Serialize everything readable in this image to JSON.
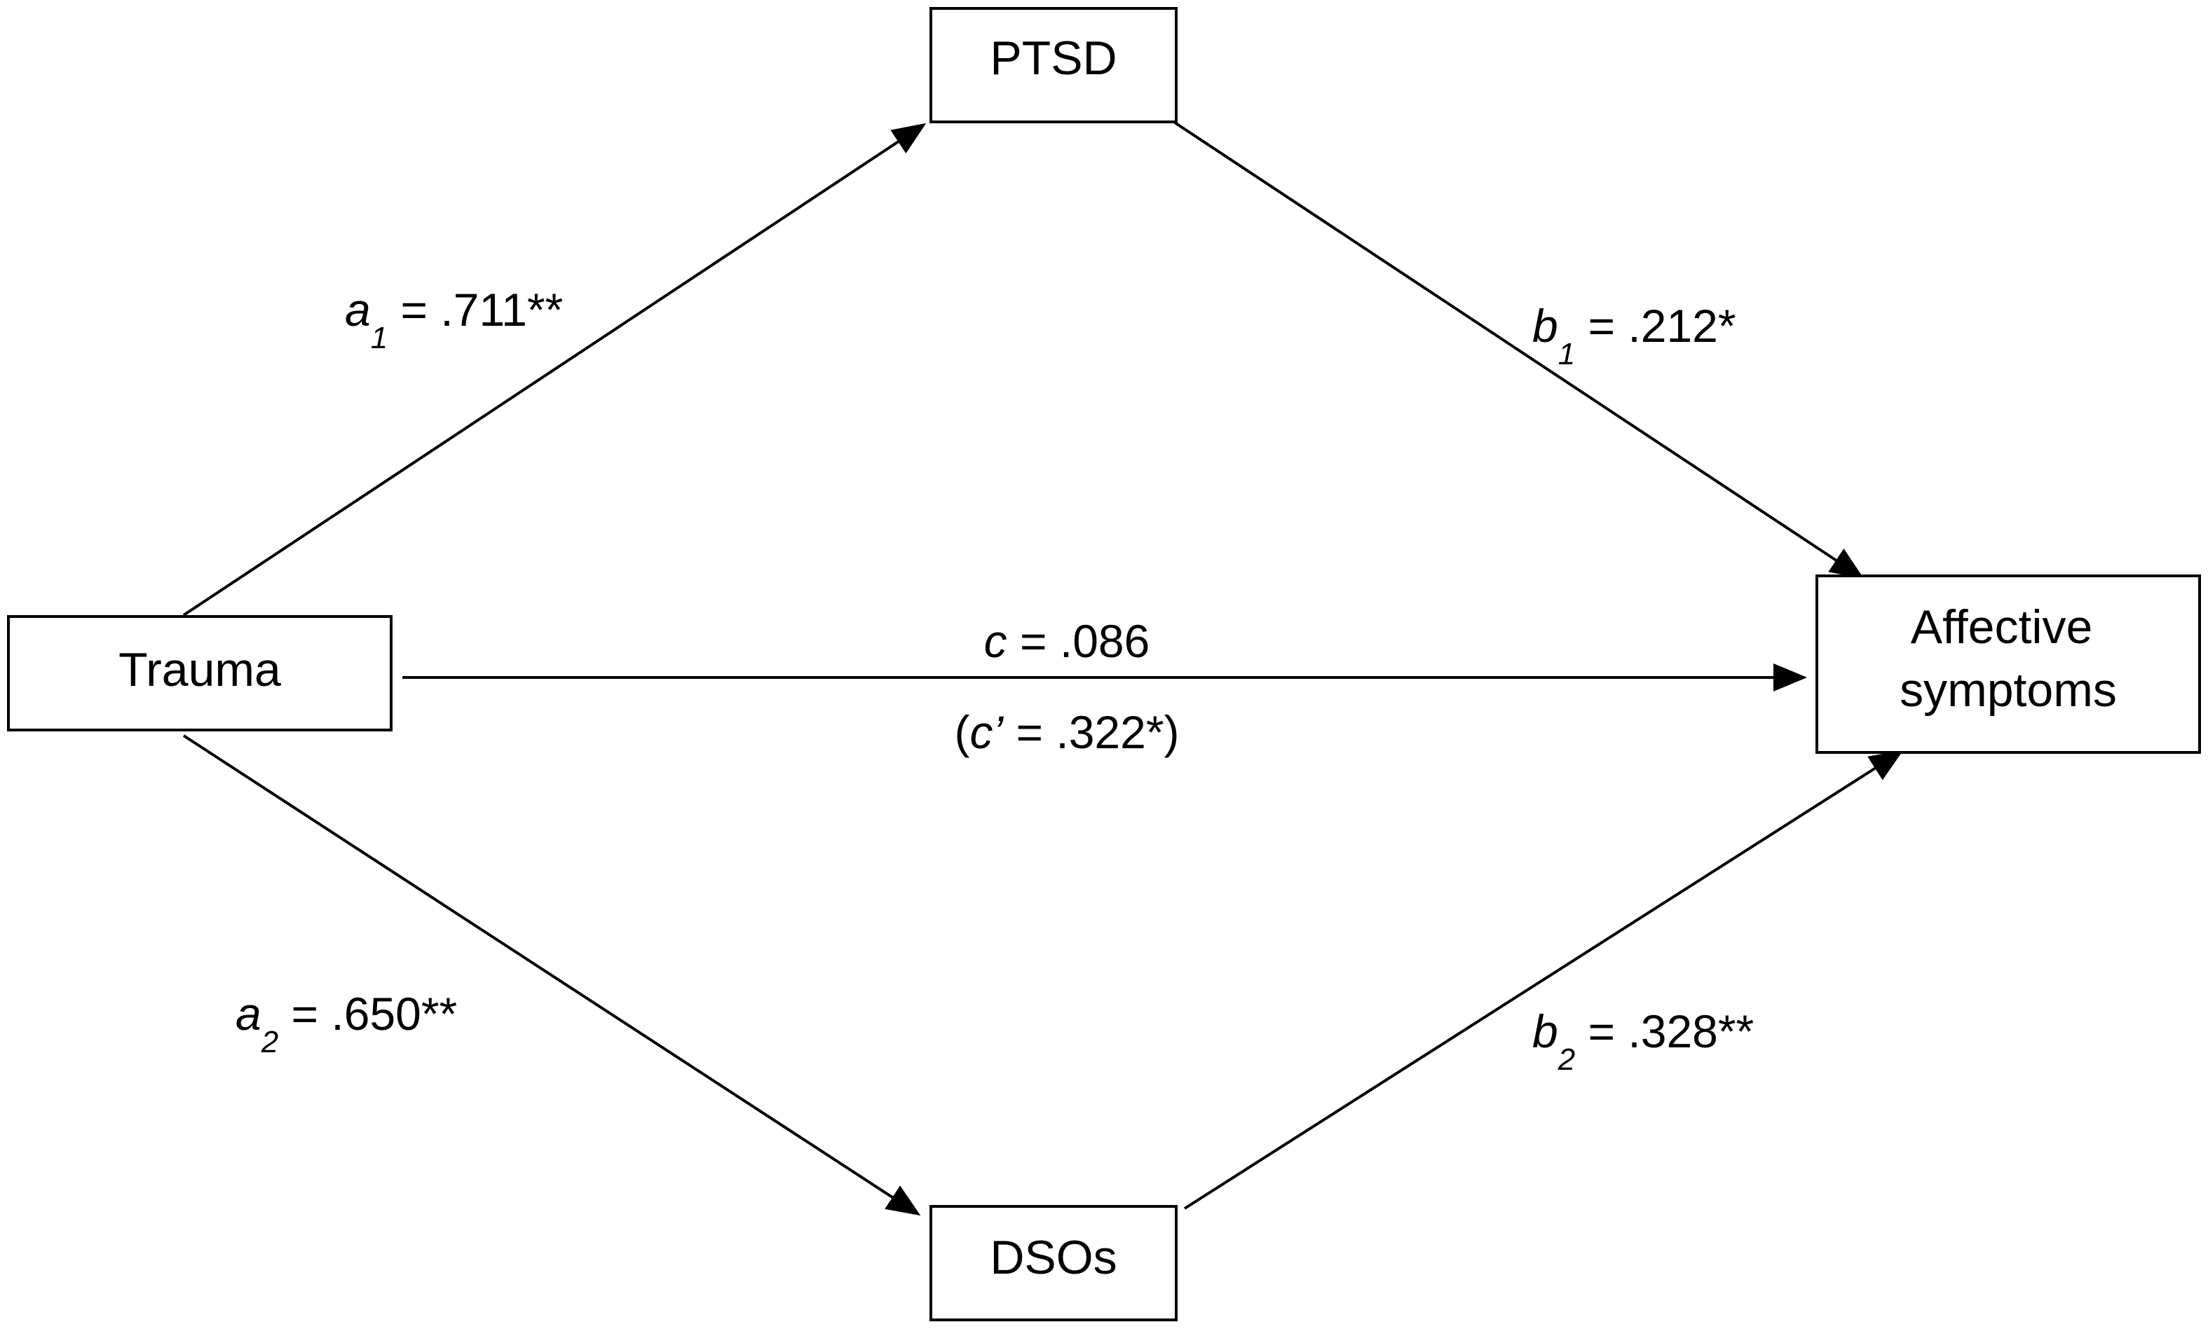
{
  "nodes": {
    "trauma": "Trauma",
    "ptsd": "PTSD",
    "dsos": "DSOs",
    "affective_line1": "Affective",
    "affective_line2": "symptoms"
  },
  "paths": {
    "a1": {
      "symbol": "a",
      "sub": "1",
      "value": " = .711**"
    },
    "b1": {
      "symbol": "b",
      "sub": "1",
      "value": " = .212*"
    },
    "c": {
      "symbol": "c",
      "value": " = .086"
    },
    "c_prime": {
      "open": "(",
      "symbol": "c’",
      "value": " = .322*)"
    },
    "a2": {
      "symbol": "a",
      "sub": "2",
      "value": " = .650**"
    },
    "b2": {
      "symbol": "b",
      "sub": "2",
      "value": " = .328**"
    }
  },
  "colors": {
    "stroke": "#000000",
    "background": "#ffffff"
  }
}
